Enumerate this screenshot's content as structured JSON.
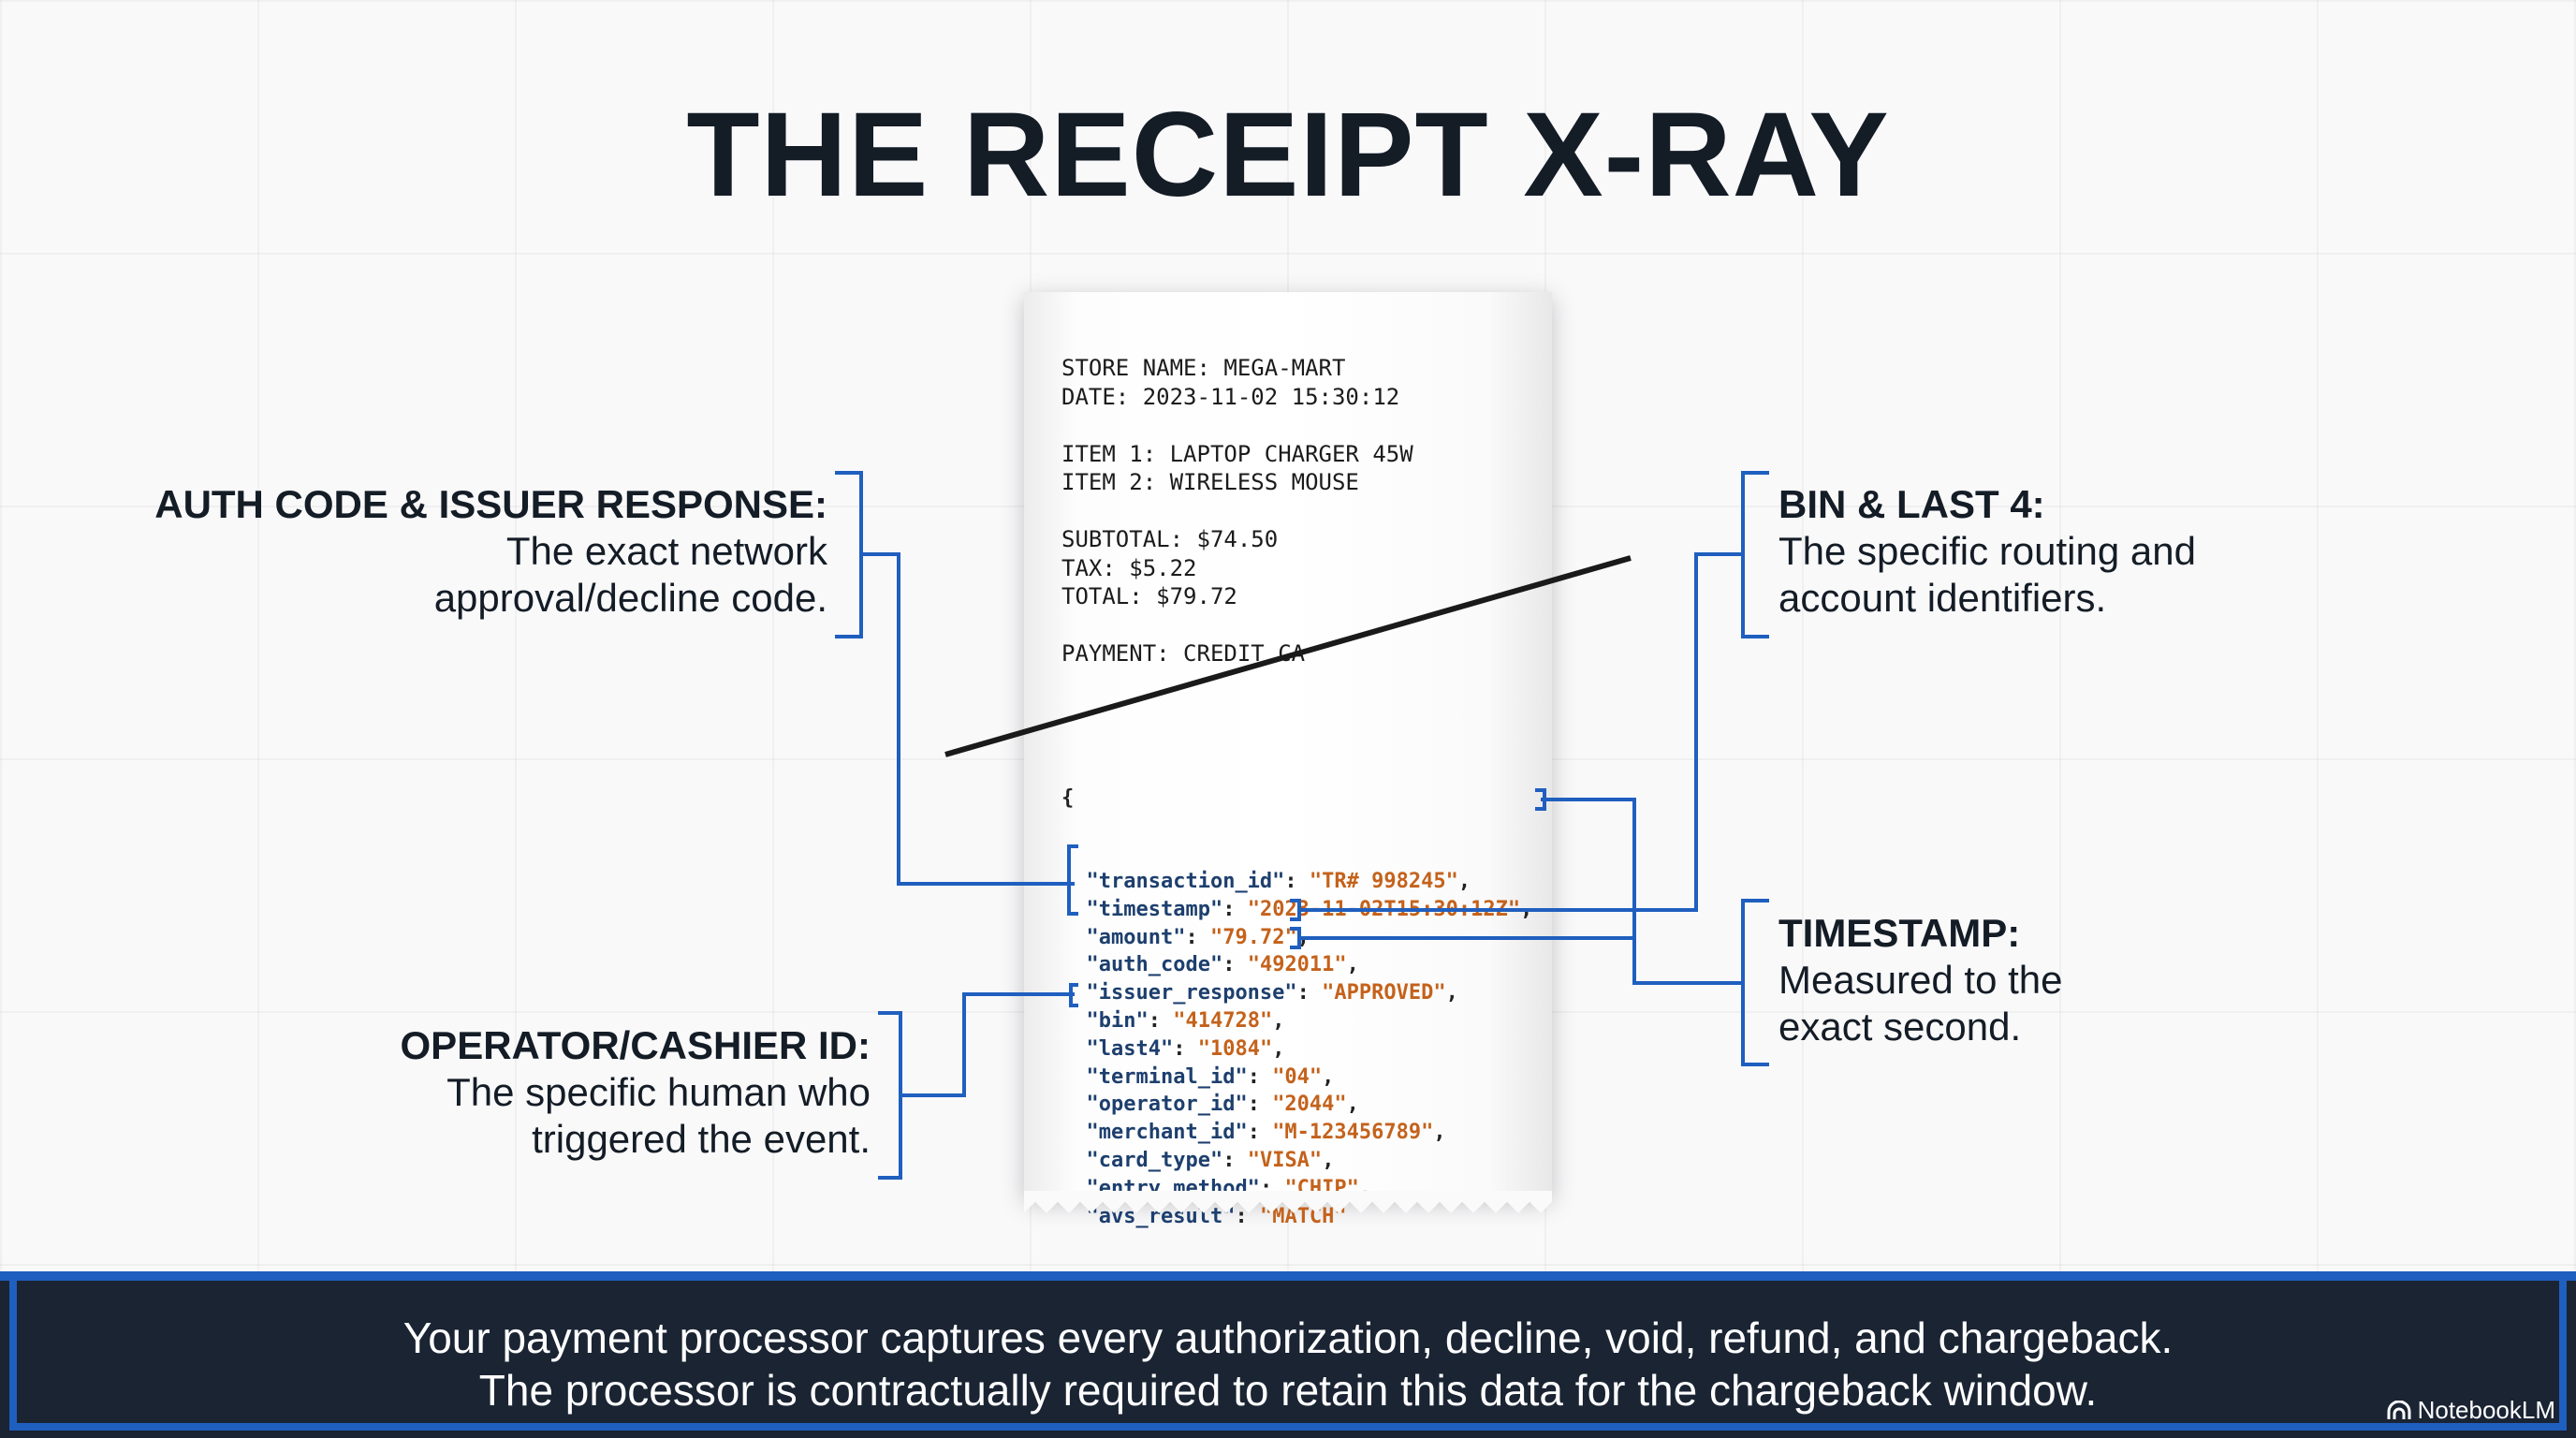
{
  "title": "THE RECEIPT X-RAY",
  "receipt": {
    "header_lines": [
      "STORE NAME: MEGA-MART",
      "DATE: 2023-11-02 15:30:12",
      "",
      "ITEM 1: LAPTOP CHARGER 45W",
      "ITEM 2: WIRELESS MOUSE",
      "",
      "SUBTOTAL: $74.50",
      "TAX: $5.22",
      "TOTAL: $79.72",
      "",
      "PAYMENT: CREDIT CA"
    ],
    "json_fields": [
      {
        "key": "transaction_id",
        "value": "TR# 998245"
      },
      {
        "key": "timestamp",
        "value": "2023-11-02T15:30:12Z"
      },
      {
        "key": "amount",
        "value": "79.72"
      },
      {
        "key": "auth_code",
        "value": "492011"
      },
      {
        "key": "issuer_response",
        "value": "APPROVED"
      },
      {
        "key": "bin",
        "value": "414728"
      },
      {
        "key": "last4",
        "value": "1084"
      },
      {
        "key": "terminal_id",
        "value": "04"
      },
      {
        "key": "operator_id",
        "value": "2044"
      },
      {
        "key": "merchant_id",
        "value": "M-123456789"
      },
      {
        "key": "card_type",
        "value": "VISA"
      },
      {
        "key": "entry_method",
        "value": "CHIP"
      },
      {
        "key": "avs_result",
        "value": "MATCH"
      }
    ]
  },
  "callouts": {
    "auth": {
      "heading": "AUTH CODE & ISSUER RESPONSE:",
      "line1": "The exact network",
      "line2": "approval/decline code."
    },
    "operator": {
      "heading": "OPERATOR/CASHIER ID:",
      "line1": "The specific human who",
      "line2": "triggered the event."
    },
    "bin": {
      "heading": "BIN & LAST 4:",
      "line1": "The specific routing and",
      "line2": "account identifiers."
    },
    "timestamp": {
      "heading": "TIMESTAMP:",
      "line1": "Measured to the",
      "line2": "exact second."
    }
  },
  "footer": {
    "line1": "Your payment processor captures every authorization, decline, void, refund, and chargeback.",
    "line2": "The processor is contractually required to retain this data for the chargeback window.",
    "brand": "NotebookLM"
  },
  "colors": {
    "connector": "#1f5fbf",
    "json_key": "#1d3f6e",
    "json_value": "#c4621b",
    "footer_bg": "#1a2433"
  }
}
